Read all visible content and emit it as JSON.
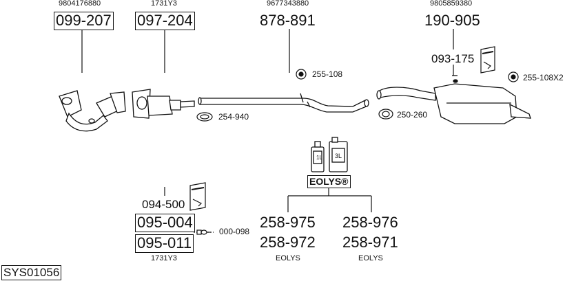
{
  "oem_refs": {
    "top_1": "9804176880",
    "top_2": "1731Y3",
    "top_3": "9677343880",
    "top_4": "9805859380",
    "bottom_1": "1731Y3"
  },
  "parts": {
    "p_099_207": "099-207",
    "p_097_204": "097-204",
    "p_878_891": "878-891",
    "p_190_905": "190-905",
    "p_093_175": "093-175",
    "p_255_108": "255-108",
    "p_255_108x2": "255-108X2",
    "p_254_940": "254-940",
    "p_250_260": "250-260",
    "p_094_500": "094-500",
    "p_095_004": "095-004",
    "p_095_011": "095-011",
    "p_000_098": "000-098",
    "p_258_975": "258-975",
    "p_258_972": "258-972",
    "p_258_976": "258-976",
    "p_258_971": "258-971"
  },
  "fluids": {
    "bottle_1l": "1L",
    "bottle_3l": "3L",
    "brand_box": "EOLYS®",
    "brand_left": "EOLYS",
    "brand_right": "EOLYS"
  },
  "system_id": "SYS01056"
}
